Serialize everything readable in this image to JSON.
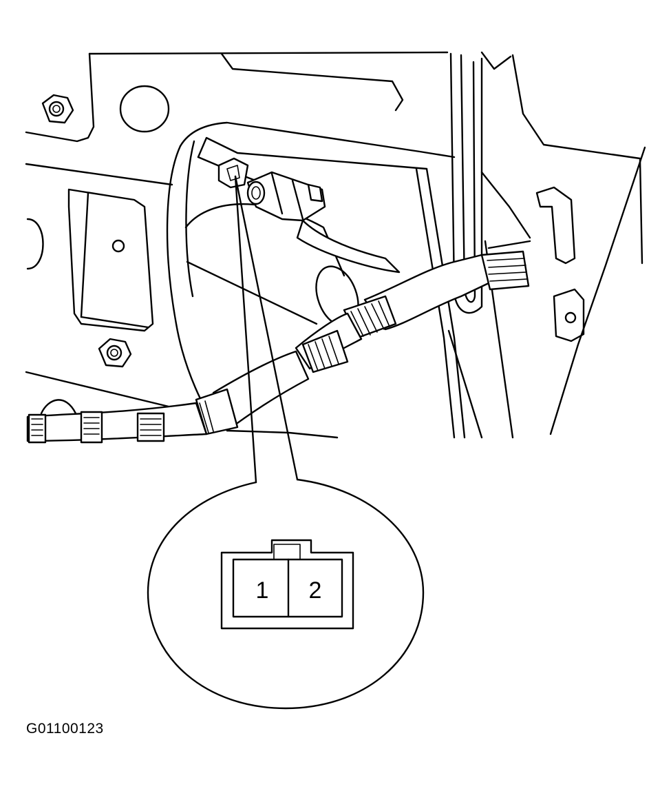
{
  "figure": {
    "code": "G01100123"
  },
  "connector": {
    "pins": [
      {
        "label": "1"
      },
      {
        "label": "2"
      }
    ]
  }
}
